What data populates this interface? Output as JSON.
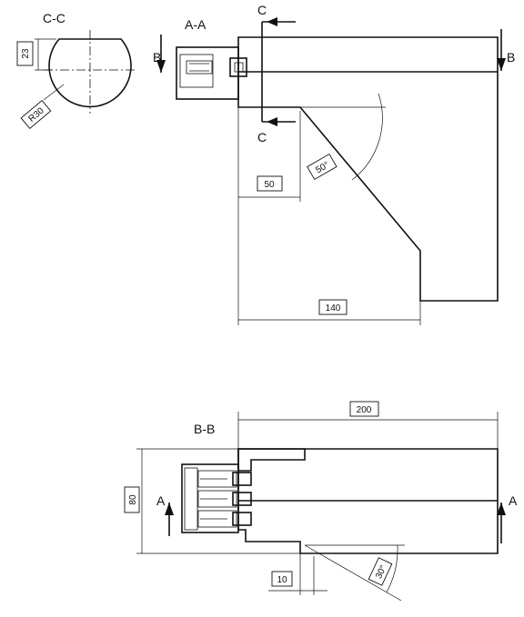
{
  "section_labels": {
    "cc": "C-C",
    "aa": "A-A",
    "bb": "B-B"
  },
  "cutting_plane_letters": {
    "b_left": "B",
    "b_right": "B",
    "c_top": "C",
    "c_bottom": "C",
    "a_left": "A",
    "a_right": "A"
  },
  "dimensions": {
    "cc_height": "23",
    "cc_radius": "R30",
    "aa_offset": "50",
    "aa_angle": "50°",
    "aa_length": "140",
    "bb_length": "200",
    "bb_height": "80",
    "bb_offset": "10",
    "bb_angle": "30°"
  },
  "colors": {
    "line": "#111111",
    "background": "#ffffff"
  }
}
